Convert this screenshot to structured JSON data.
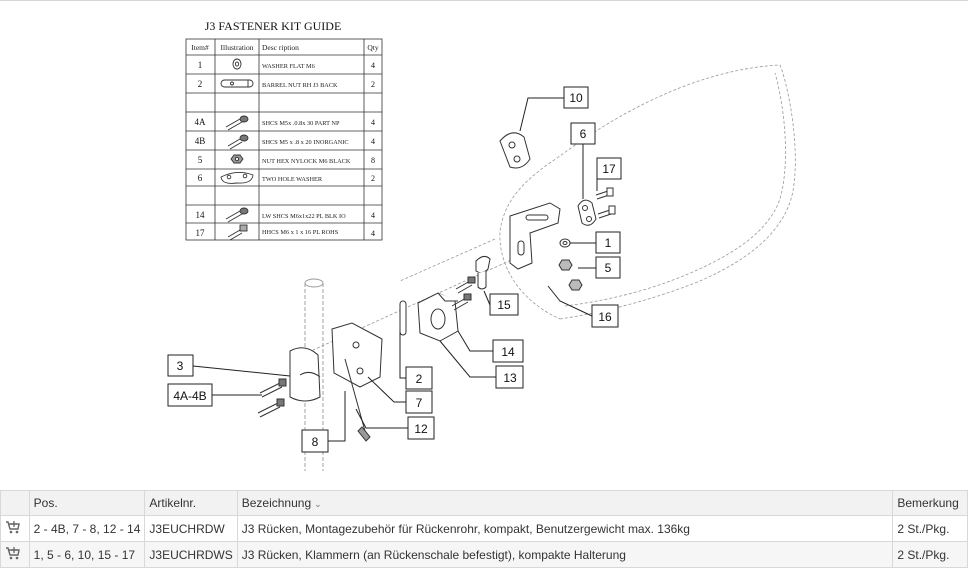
{
  "kit_guide": {
    "title": "J3 FASTENER KIT GUIDE",
    "headers": [
      "Item#",
      "Illustration",
      "Desc ription",
      "Qty"
    ],
    "rows": [
      {
        "item": "1",
        "icon": "washer-icon",
        "desc": "WASHER FLAT M6",
        "qty": "4"
      },
      {
        "item": "2",
        "icon": "barrel-nut-icon",
        "desc": "BARREL NUT RH J3 BACK",
        "qty": "2"
      },
      {
        "item": "",
        "icon": "",
        "desc": "",
        "qty": ""
      },
      {
        "item": "4A",
        "icon": "screw-icon",
        "desc": "SHCS M5x .0.8x 30 PART    NP",
        "qty": "4"
      },
      {
        "item": "4B",
        "icon": "screw-icon",
        "desc": "SHCS M5 x .8 x 20 INORGANIC",
        "qty": "4"
      },
      {
        "item": "5",
        "icon": "hex-nut-icon",
        "desc": "NUT HEX NYLOCK M6 BLACK",
        "qty": "8"
      },
      {
        "item": "6",
        "icon": "two-hole-washer-icon",
        "desc": "TWO HOLE WASHER",
        "qty": "2"
      },
      {
        "item": "",
        "icon": "",
        "desc": "",
        "qty": ""
      },
      {
        "item": "14",
        "icon": "screw-icon",
        "desc": "LW SHCS M6x1x22 PL BLK IO",
        "qty": "4"
      },
      {
        "item": "17",
        "icon": "screw-icon",
        "desc": "HHCS M6 x 1 x 16 PL ROHS",
        "qty": "4"
      }
    ]
  },
  "callouts": [
    "10",
    "6",
    "17",
    "1",
    "5",
    "16",
    "15",
    "14",
    "13",
    "2",
    "7",
    "12",
    "8",
    "3",
    "4A-4B"
  ],
  "parts_table": {
    "headers": {
      "pos": "Pos.",
      "artikel": "Artikelnr.",
      "bezeichnung": "Bezeichnung",
      "bemerkung": "Bemerkung"
    },
    "sort_icon": "chevron-down-icon",
    "rows": [
      {
        "pos": "2 - 4B, 7 - 8, 12 - 14",
        "artikel": "J3EUCHRDW",
        "bezeichnung": "J3 Rücken, Montagezubehör für Rückenrohr, kompakt, Benutzergewicht max. 136kg",
        "bemerkung": "2 St./Pkg."
      },
      {
        "pos": "1, 5 - 6, 10, 15 - 17",
        "artikel": "J3EUCHRDWS",
        "bezeichnung": "J3 Rücken, Klammern (an Rückenschale befestigt), kompakte Halterung",
        "bemerkung": "2 St./Pkg."
      }
    ]
  }
}
